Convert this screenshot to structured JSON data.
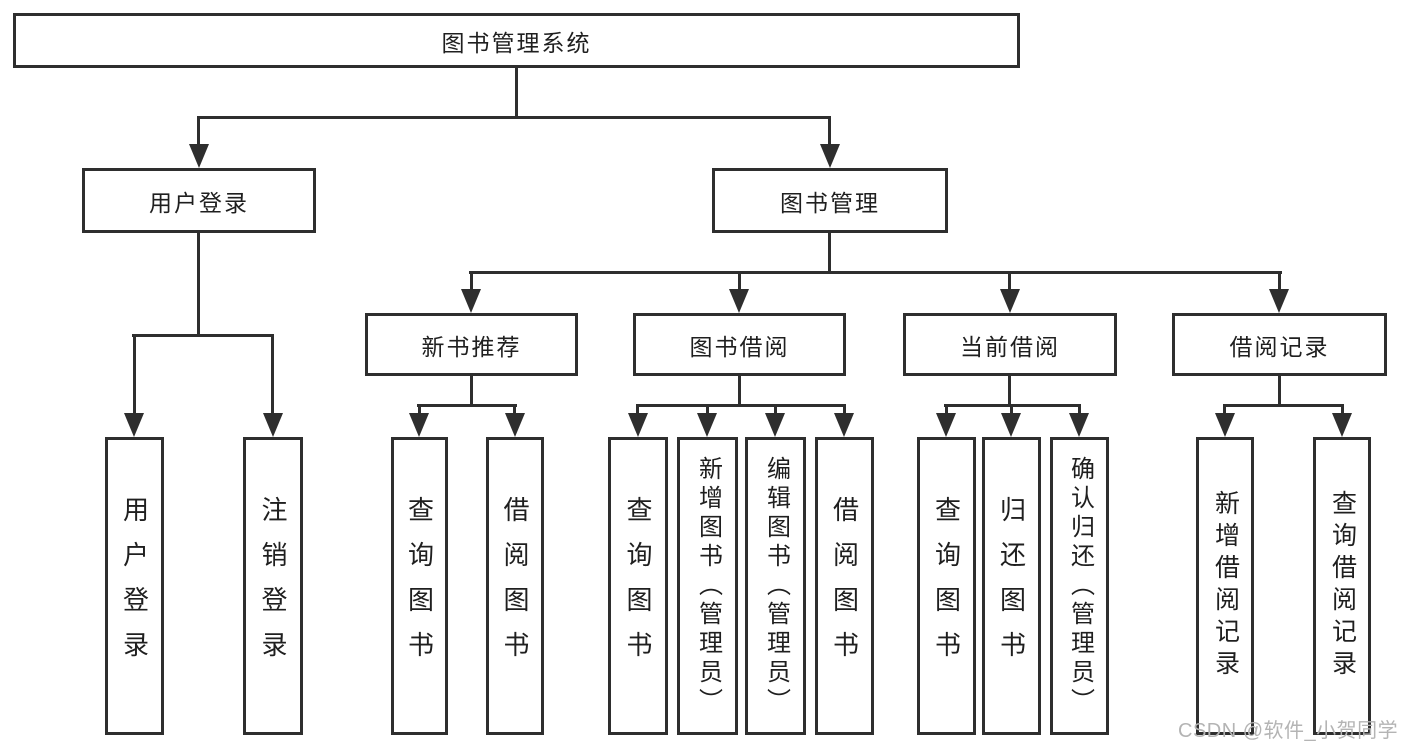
{
  "diagram_title": "图书管理系统",
  "tree": {
    "root": "图书管理系统",
    "branches": [
      {
        "label": "用户登录",
        "children": [
          "用户登录",
          "注销登录"
        ]
      },
      {
        "label": "图书管理",
        "groups": [
          {
            "label": "新书推荐",
            "children": [
              "查询图书",
              "借阅图书"
            ]
          },
          {
            "label": "图书借阅",
            "children": [
              "查询图书",
              "新增图书（管理员）",
              "编辑图书（管理员）",
              "借阅图书"
            ]
          },
          {
            "label": "当前借阅",
            "children": [
              "查询图书",
              "归还图书",
              "确认归还（管理员）"
            ]
          },
          {
            "label": "借阅记录",
            "children": [
              "新增借阅记录",
              "查询借阅记录"
            ]
          }
        ]
      }
    ]
  },
  "watermark": "CSDN @软件_小贺同学",
  "colors": {
    "line": "#2e2e2e",
    "text": "#1f1f1f",
    "watermark": "#b4b4b4",
    "background": "#ffffff"
  }
}
